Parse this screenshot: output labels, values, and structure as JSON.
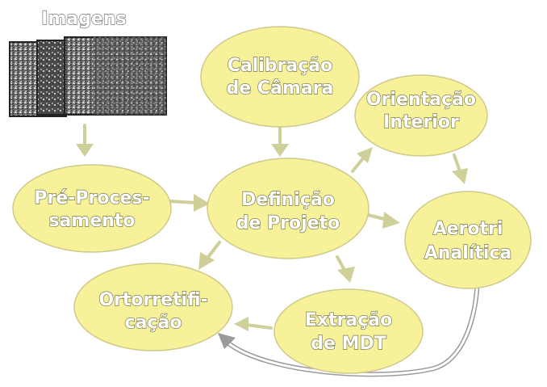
{
  "images_title": "Imagens",
  "nodes": {
    "calibracao": [
      "Calibração",
      "de Câmara"
    ],
    "orientacao": [
      "Orientação",
      "Interior"
    ],
    "preprocessamento": [
      "Pré-Proces-",
      "samento"
    ],
    "definicao": [
      "Definição",
      "de Projeto"
    ],
    "aerotri": [
      "Aerotri",
      "Analítica"
    ],
    "ortorretificacao": [
      "Ortorretifi-",
      "cação"
    ],
    "extracao": [
      "Extração",
      "de MDT"
    ]
  },
  "colors": {
    "node_fill": "#f7f29a",
    "node_stroke": "#cfc98a",
    "arrow": "#cfcf9a",
    "text_fill": "#ffffff",
    "text_outline": "#7a7a52"
  }
}
